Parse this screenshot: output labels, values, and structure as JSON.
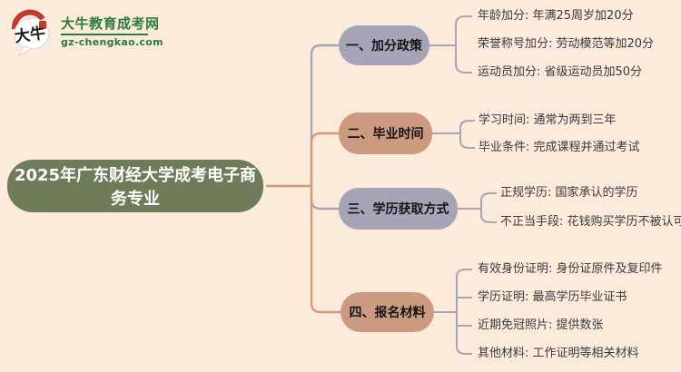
{
  "logo": {
    "icon_text": "大牛",
    "title": "大牛教育成考网",
    "domain": "gz-chengkao.com"
  },
  "main_topic": {
    "text": "2025年广东财经大学成考电子商务专业"
  },
  "branches": [
    {
      "label": "一、加分政策",
      "color": "#a5a5b7",
      "items": [
        "年龄加分: 年满25周岁加20分",
        "荣誉称号加分: 劳动模范等加20分",
        "运动员加分: 省级运动员加50分"
      ]
    },
    {
      "label": "二、毕业时间",
      "color": "#cb9a81",
      "items": [
        "学习时间: 通常为两到三年",
        "毕业条件: 完成课程并通过考试"
      ]
    },
    {
      "label": "三、学历获取方式",
      "color": "#a5a5b7",
      "items": [
        "正规学历: 国家承认的学历",
        "不正当手段: 花钱购买学历不被认可"
      ]
    },
    {
      "label": "四、报名材料",
      "color": "#cb9a81",
      "items": [
        "有效身份证明: 身份证原件及复印件",
        "学历证明: 最高学历毕业证书",
        "近期免冠照片: 提供数张",
        "其他材料: 工作证明等相关材料"
      ]
    }
  ],
  "colors": {
    "background": "#fcebda",
    "root_node": "#6e7c59",
    "branch_lavender": "#a5a5b7",
    "branch_salmon": "#cb9a81",
    "line_salmon": "#d49a7e",
    "line_gray": "#a6a6b9",
    "logo_green": "#2d7c3a",
    "seal_red": "#c0392b",
    "leaf_text": "#3a3a40"
  }
}
